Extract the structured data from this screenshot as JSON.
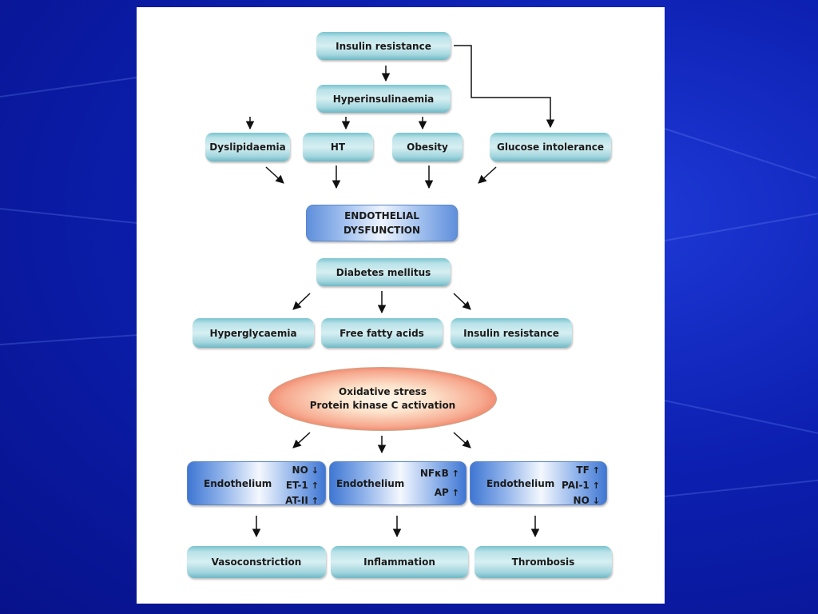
{
  "diagram": {
    "insulin_resistance_top": "Insulin resistance",
    "hyperinsulinaemia": "Hyperinsulinaemia",
    "dyslipidaemia": "Dyslipidaemia",
    "ht": "HT",
    "obesity": "Obesity",
    "glucose_intolerance": "Glucose intolerance",
    "endothelial_dysfunction_line1": "ENDOTHELIAL",
    "endothelial_dysfunction_line2": "DYSFUNCTION",
    "diabetes_mellitus": "Diabetes mellitus",
    "hyperglycaemia": "Hyperglycaemia",
    "free_fatty_acids": "Free fatty acids",
    "insulin_resistance_bottom": "Insulin resistance",
    "oxidative_stress": "Oxidative stress",
    "pkc_activation": "Protein kinase C activation",
    "endothelium_label": "Endothelium",
    "endo_left": [
      {
        "marker": "NO",
        "arrow": "↓"
      },
      {
        "marker": "ET-1",
        "arrow": "↑"
      },
      {
        "marker": "AT-II",
        "arrow": "↑"
      }
    ],
    "endo_middle": [
      {
        "marker": "NFκB",
        "arrow": "↑"
      },
      {
        "marker": "AP",
        "arrow": "↑"
      }
    ],
    "endo_right": [
      {
        "marker": "TF",
        "arrow": "↑"
      },
      {
        "marker": "PAI-1",
        "arrow": "↑"
      },
      {
        "marker": "NO",
        "arrow": "↓"
      }
    ],
    "vasoconstriction": "Vasoconstriction",
    "inflammation": "Inflammation",
    "thrombosis": "Thrombosis"
  }
}
